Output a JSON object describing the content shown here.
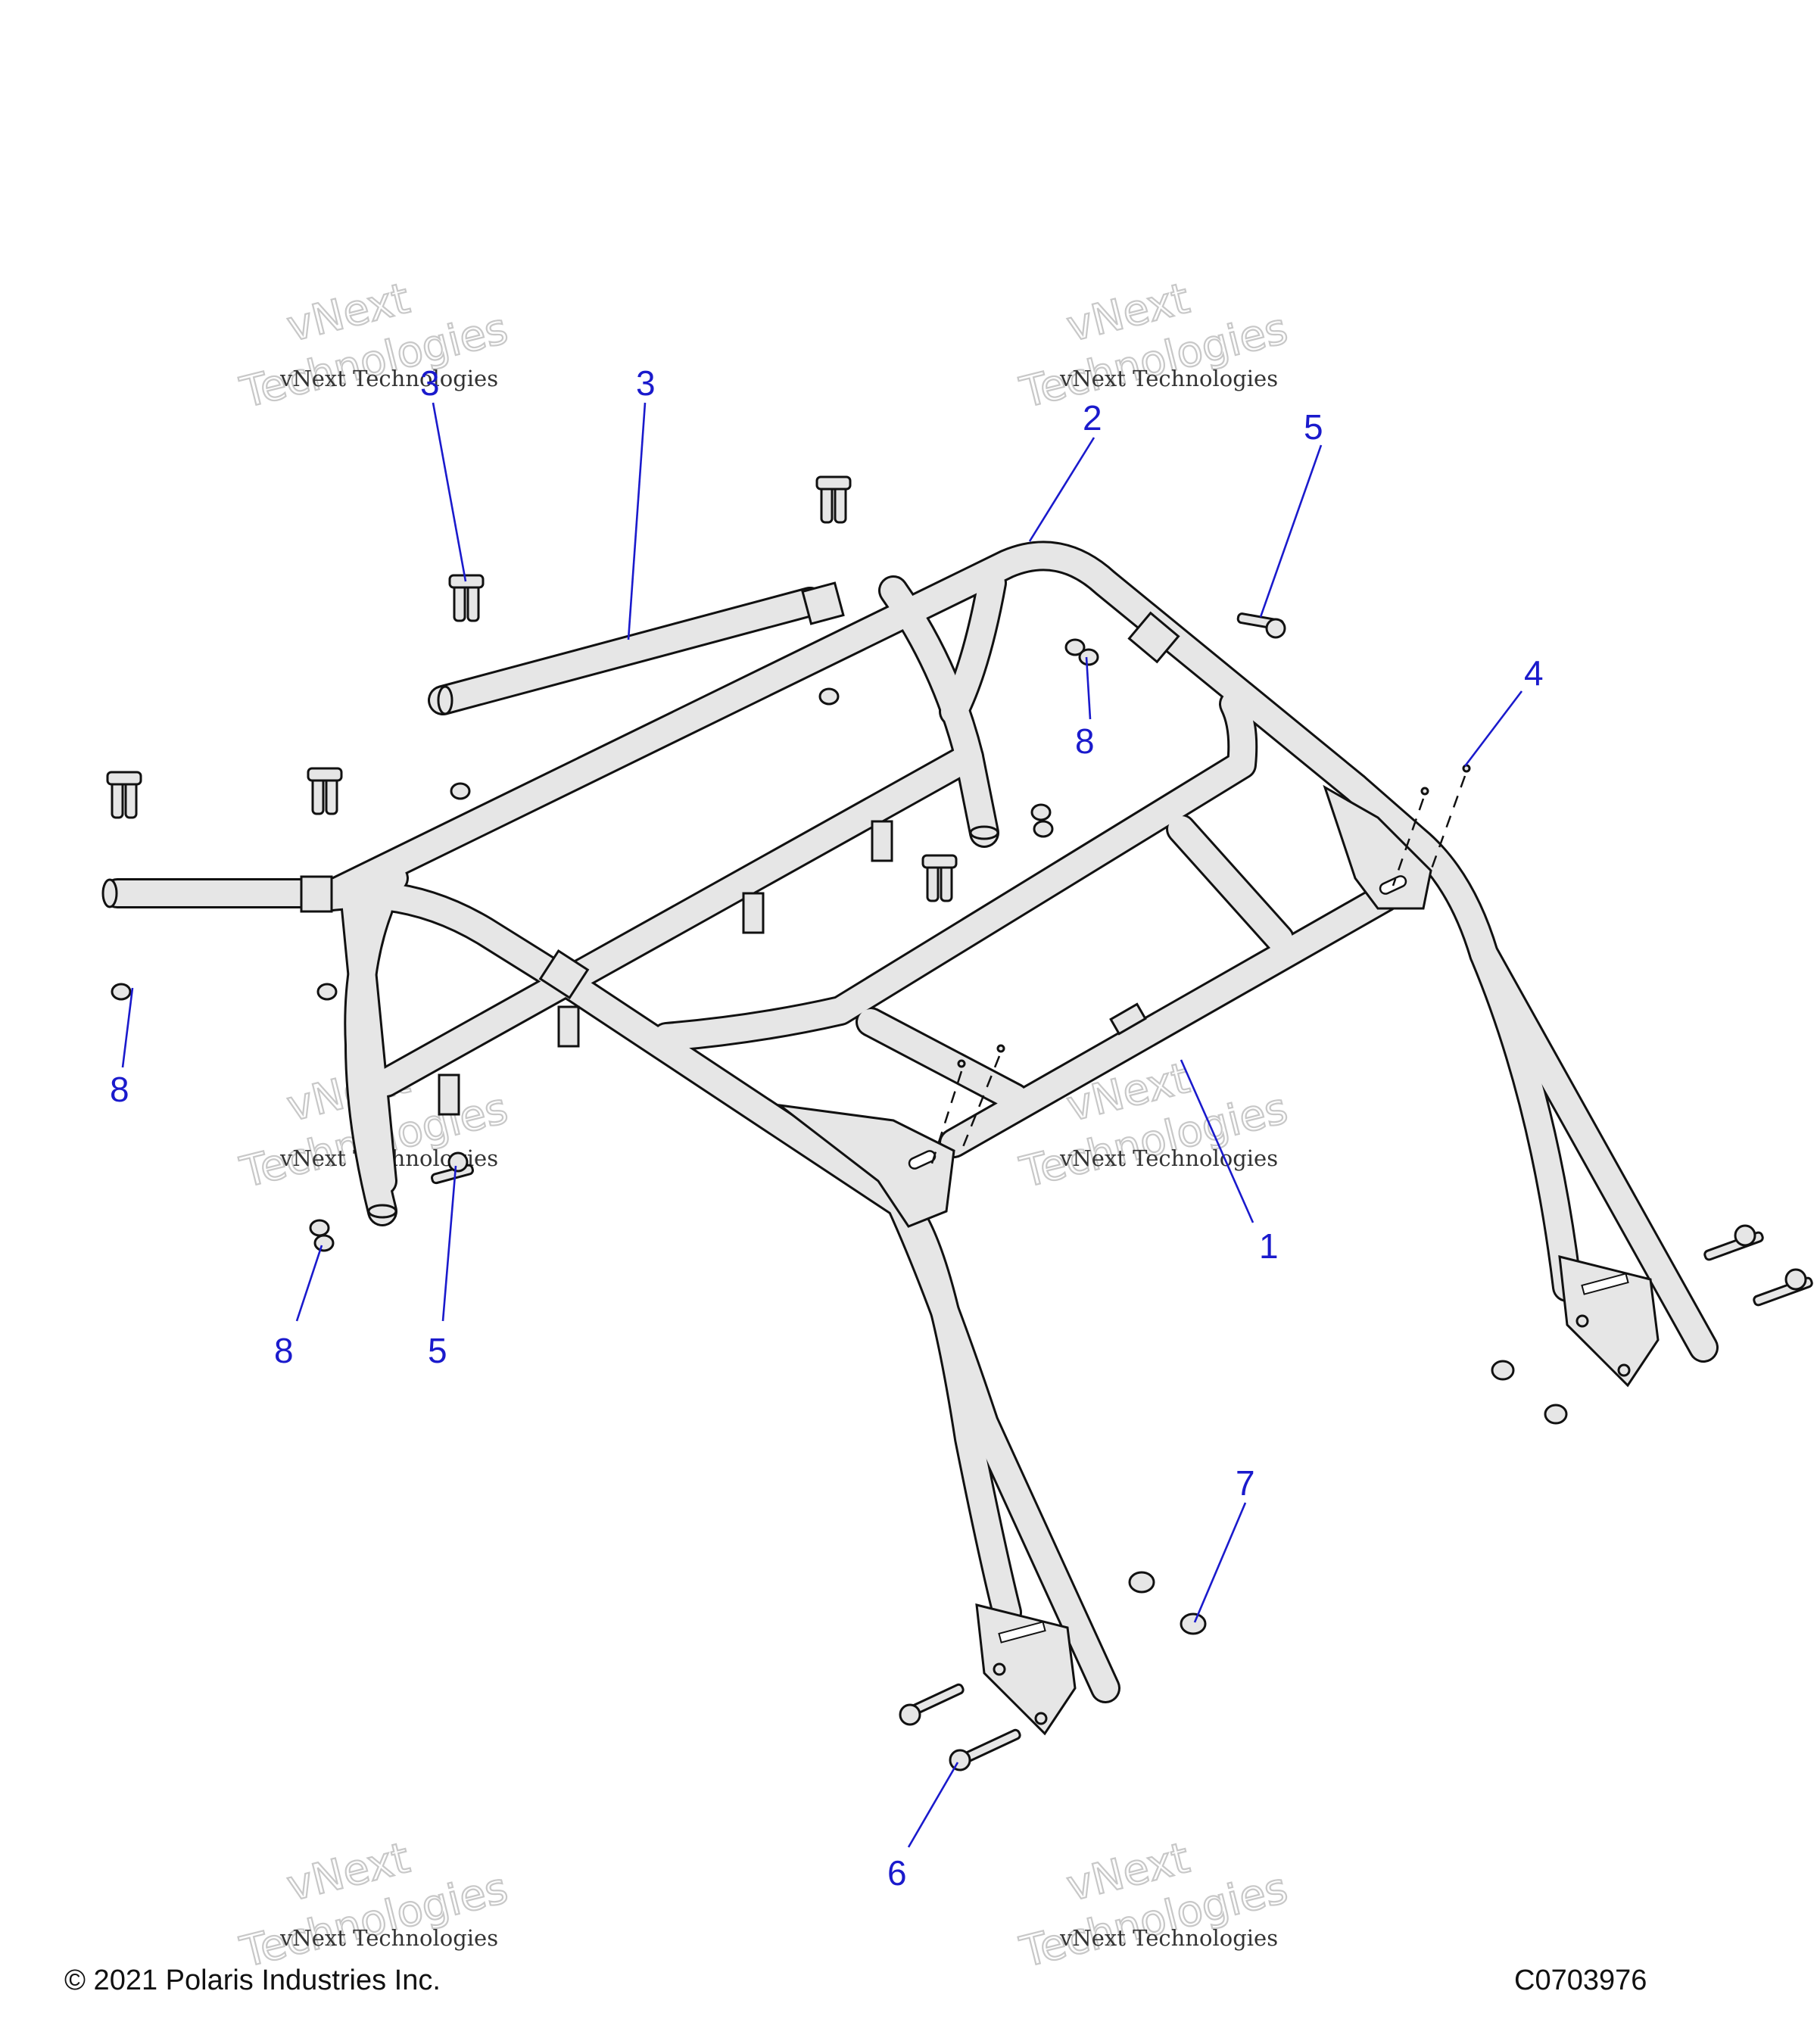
{
  "diagram": {
    "callouts": [
      {
        "id": "c3a",
        "label": "3"
      },
      {
        "id": "c3b",
        "label": "3"
      },
      {
        "id": "c2",
        "label": "2"
      },
      {
        "id": "c5a",
        "label": "5"
      },
      {
        "id": "c4",
        "label": "4"
      },
      {
        "id": "c8a",
        "label": "8"
      },
      {
        "id": "c8b",
        "label": "8"
      },
      {
        "id": "c1",
        "label": "1"
      },
      {
        "id": "c8c",
        "label": "8"
      },
      {
        "id": "c5b",
        "label": "5"
      },
      {
        "id": "c7",
        "label": "7"
      },
      {
        "id": "c6",
        "label": "6"
      }
    ],
    "watermark": {
      "line_small": "vNext Technologies",
      "word_top": "vNext",
      "word_bottom": "Technologies"
    },
    "colors": {
      "callout": "#1a1acc",
      "tube_fill": "#e6e6e6",
      "outline": "#111111"
    }
  },
  "footer": {
    "copyright": "© 2021 Polaris Industries Inc.",
    "figure_id": "C0703976"
  }
}
